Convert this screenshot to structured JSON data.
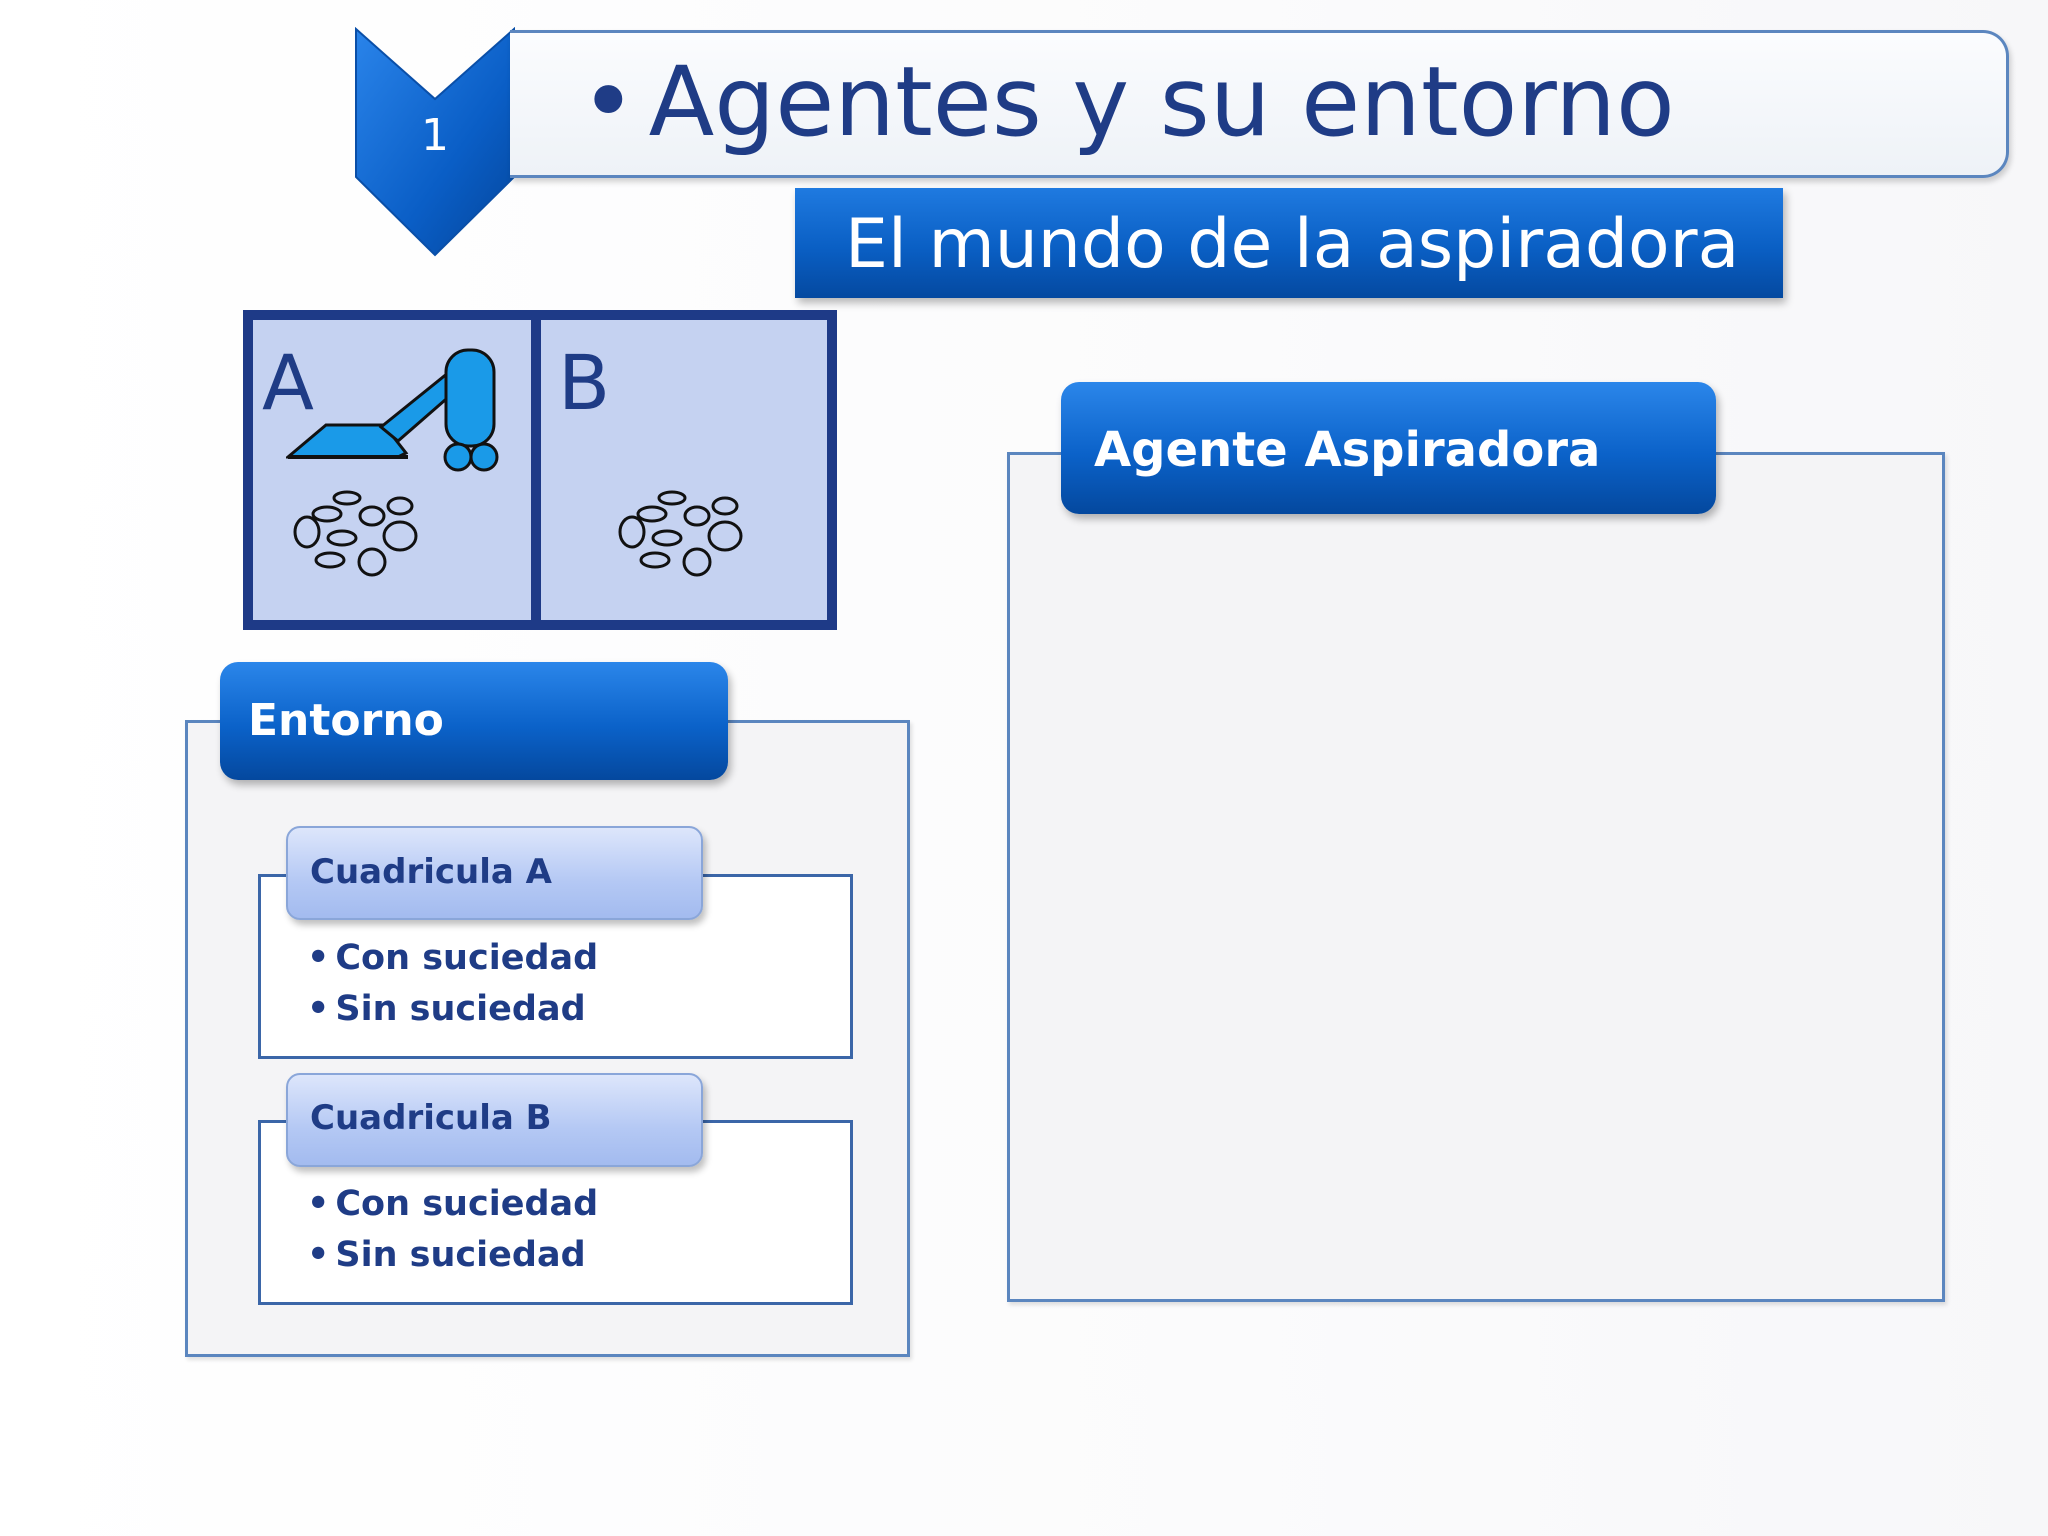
{
  "slide": {
    "step_number": "1",
    "title": "Agentes y su entorno",
    "title_bullet": "•",
    "subtitle": "El mundo de la aspiradora"
  },
  "grid": {
    "cell_a_label": "A",
    "cell_b_label": "B",
    "vacuum_icon": "vacuum-cleaner-icon",
    "dirt_icon": "dirt-pile-icon"
  },
  "entorno": {
    "header": "Entorno",
    "sections": [
      {
        "header": "Cuadricula A",
        "items": [
          "Con suciedad",
          "Sin suciedad"
        ]
      },
      {
        "header": "Cuadricula B",
        "items": [
          "Con suciedad",
          "Sin suciedad"
        ]
      }
    ]
  },
  "agente": {
    "header": "Agente Aspiradora"
  },
  "colors": {
    "primary_blue": "#0b62c9",
    "dark_navy": "#1e3a87",
    "text_navy": "#1f3c86",
    "light_cell": "#c5d2f1"
  }
}
